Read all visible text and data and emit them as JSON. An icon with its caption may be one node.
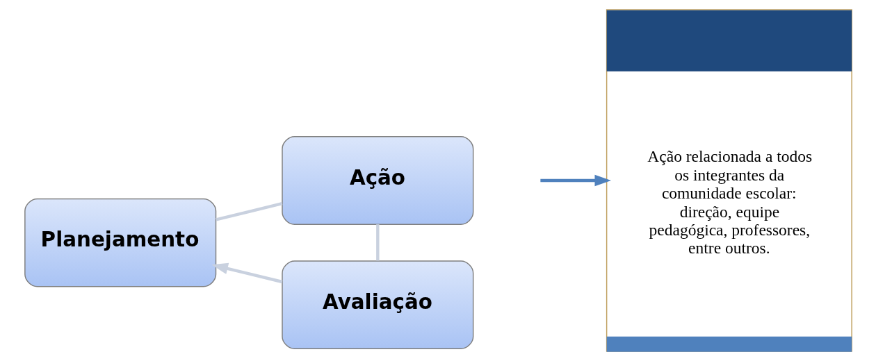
{
  "diagram": {
    "nodes": [
      {
        "text": [
          "Planejamento"
        ]
      },
      {
        "text": [
          "Avaliação"
        ]
      },
      {
        "text": [
          "Ação"
        ]
      },
      {
        "text": [
          "Ação relacionada a todos os integrantes da comunidade escolar: direção, equipe pedagógica, professores, entre outros."
        ]
      }
    ],
    "edges": [
      {
        "from": 0,
        "to": 2,
        "arrow": "none"
      },
      {
        "from": 2,
        "to": 1,
        "arrow": "none"
      },
      {
        "from": 1,
        "to": 0,
        "arrow": "to"
      },
      {
        "from": null,
        "to": 3,
        "arrow": "to",
        "color": "#4f81bd"
      }
    ]
  }
}
